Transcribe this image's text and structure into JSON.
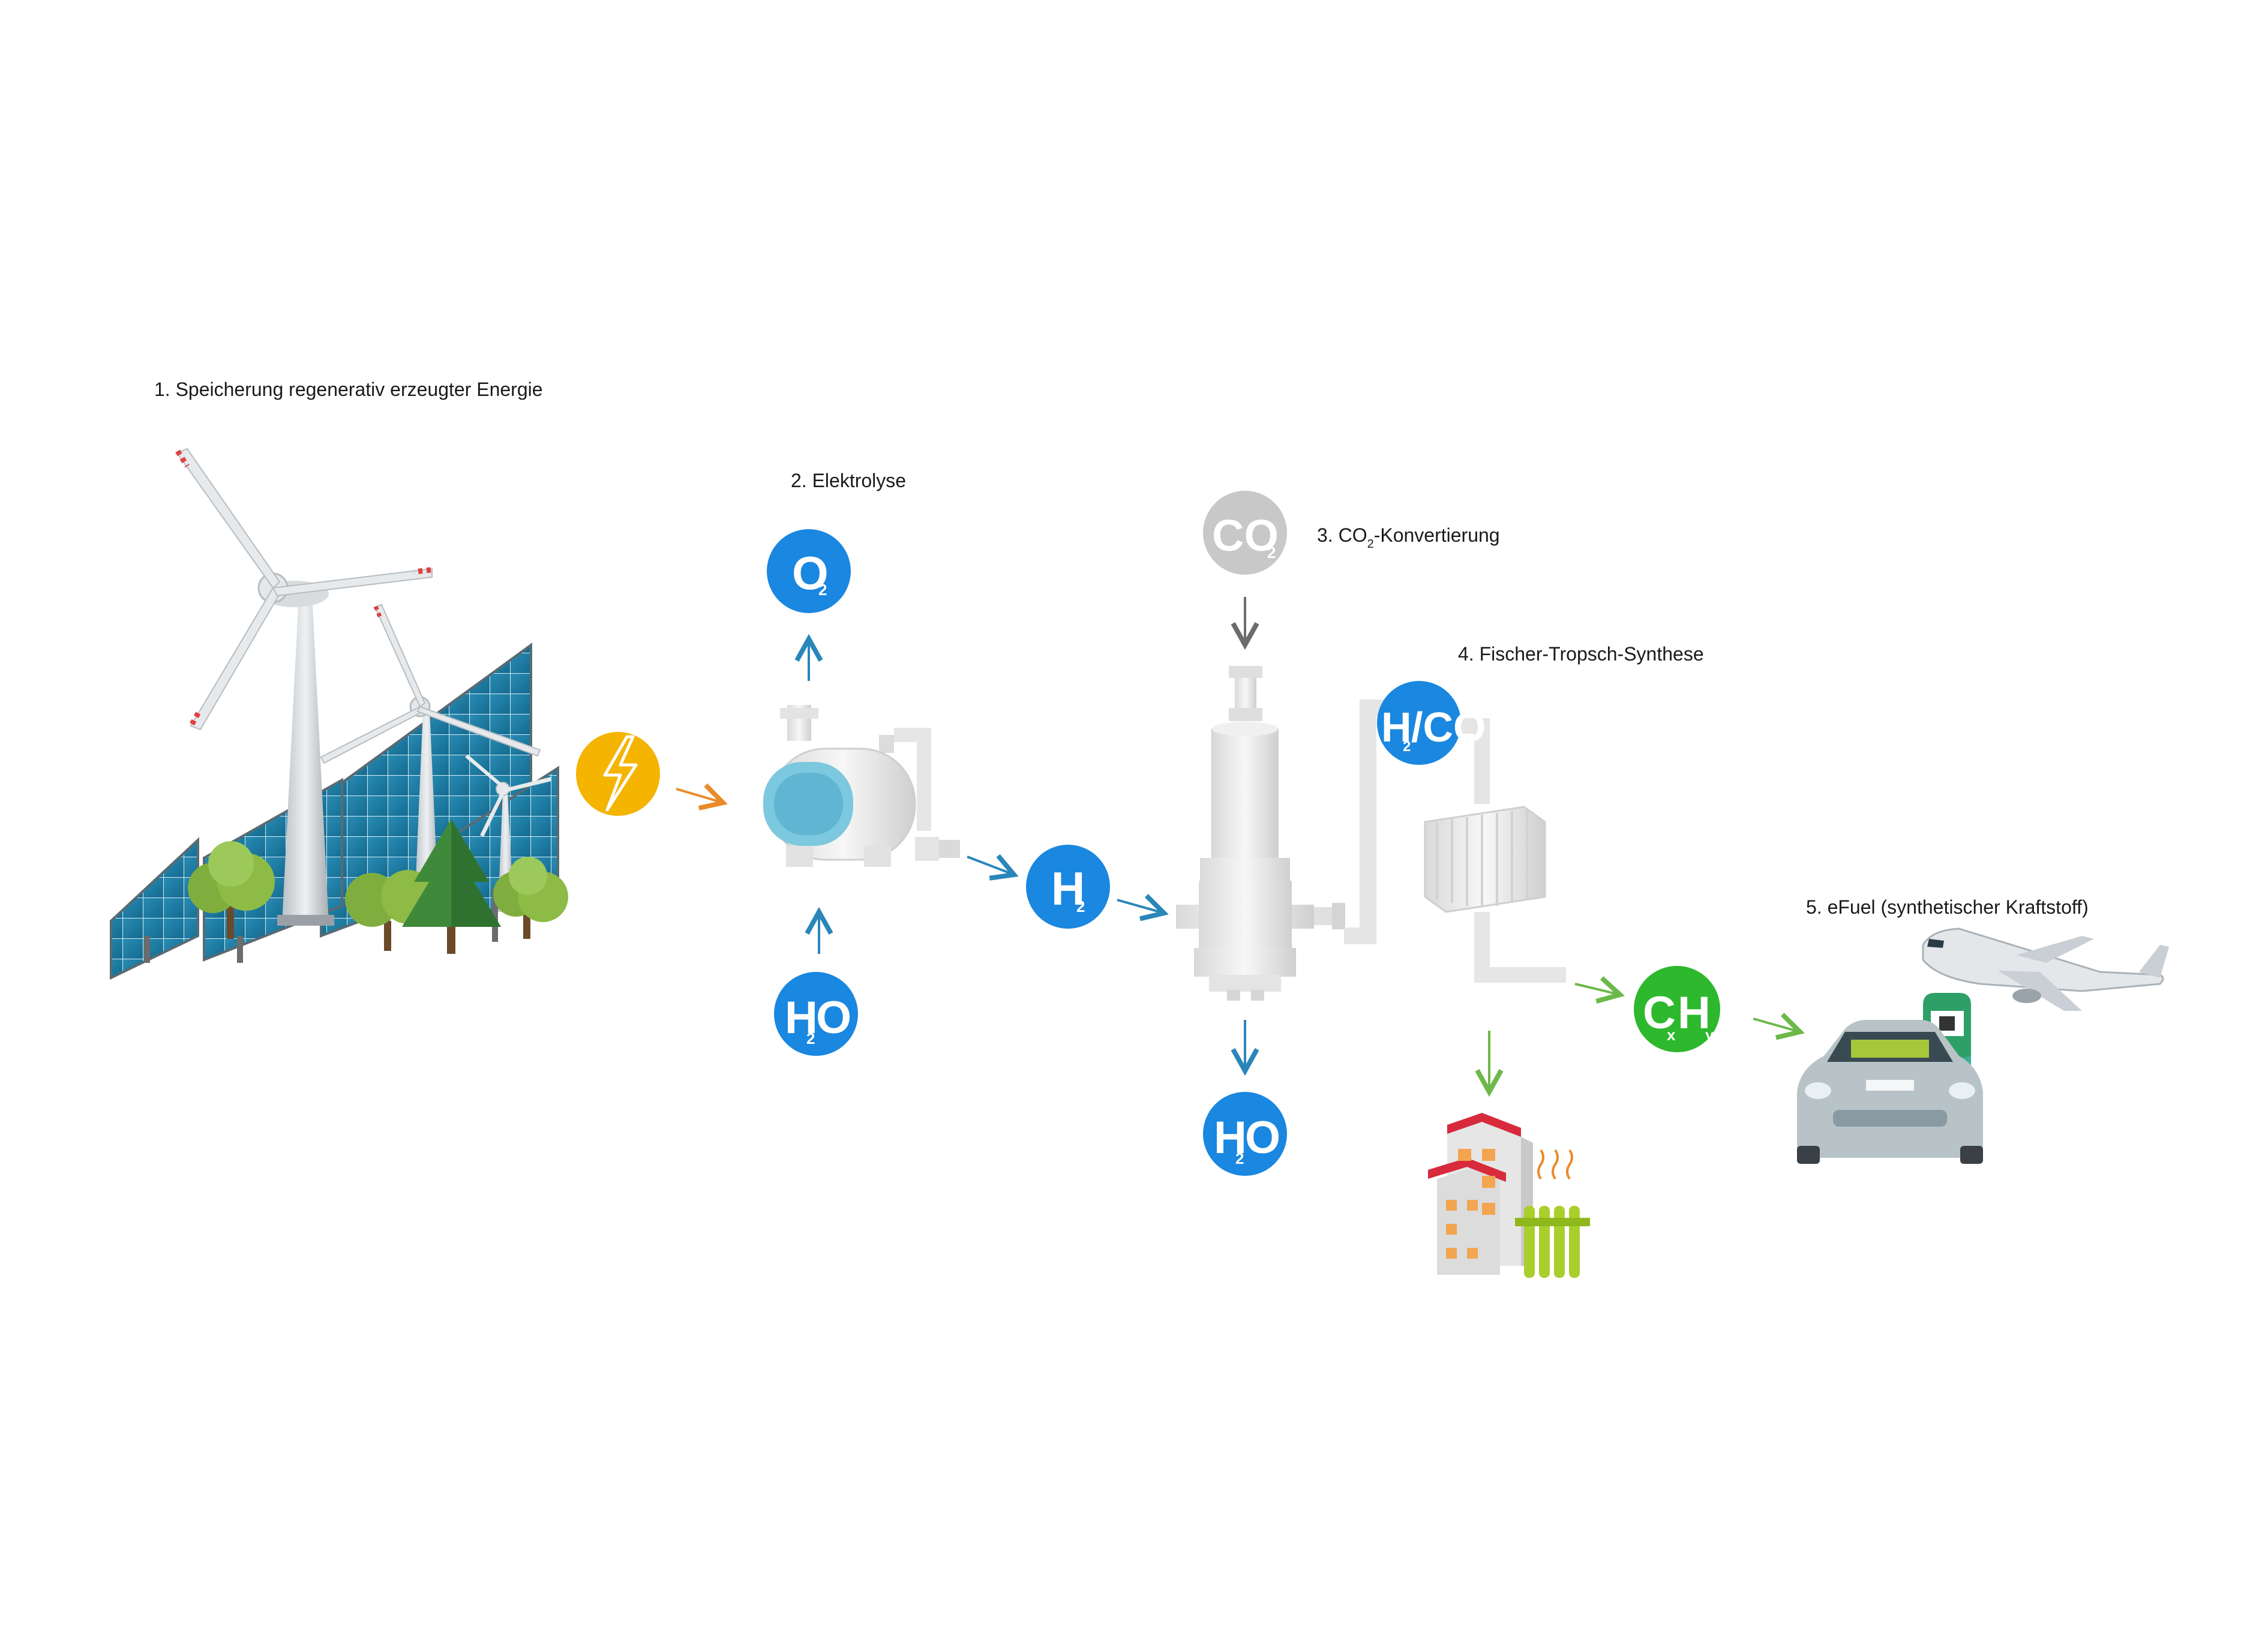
{
  "steps": {
    "step1": "1. Speicherung regenerativ erzeugter Energie",
    "step2": "2. Elektrolyse",
    "step3_prefix": "3. CO",
    "step3_sub": "2",
    "step3_suffix": "-Konvertierung",
    "step4": "4. Fischer-Tropsch-Synthese",
    "step5": "5. eFuel (synthetischer Kraftstoff)"
  },
  "molecules": {
    "o2": {
      "main": "O",
      "sub": "2"
    },
    "h2o_top": {
      "a": "H",
      "sub": "2",
      "b": "O"
    },
    "h2": {
      "main": "H",
      "sub": "2"
    },
    "co2": {
      "main": "CO",
      "sub": "2"
    },
    "h2o_bottom": {
      "a": "H",
      "sub": "2",
      "b": "O"
    },
    "syngas": {
      "a": "H",
      "sub": "2",
      "b": "/CO"
    },
    "fuel": {
      "a": "C",
      "sub1": "x",
      "b": "H",
      "sub2": "y"
    }
  },
  "colors": {
    "blue": "#1a87e0",
    "grey": "#c8c8c8",
    "green": "#2db82d",
    "yellow": "#f4b400",
    "arrow_orange": "#e98b2a",
    "arrow_blue": "#2a86b8",
    "arrow_grey": "#6b6b6b",
    "arrow_green": "#6db84a"
  },
  "icons": {
    "energy": "lightning-bolt-icon",
    "sources": "wind-turbines-and-solar-panels",
    "electrolyzer": "electrolyzer-tank",
    "converter": "conversion-column",
    "synthesis": "fischer-tropsch-reactor",
    "heating": "buildings-and-radiator",
    "transport": "car-plane-fuel-pump"
  }
}
